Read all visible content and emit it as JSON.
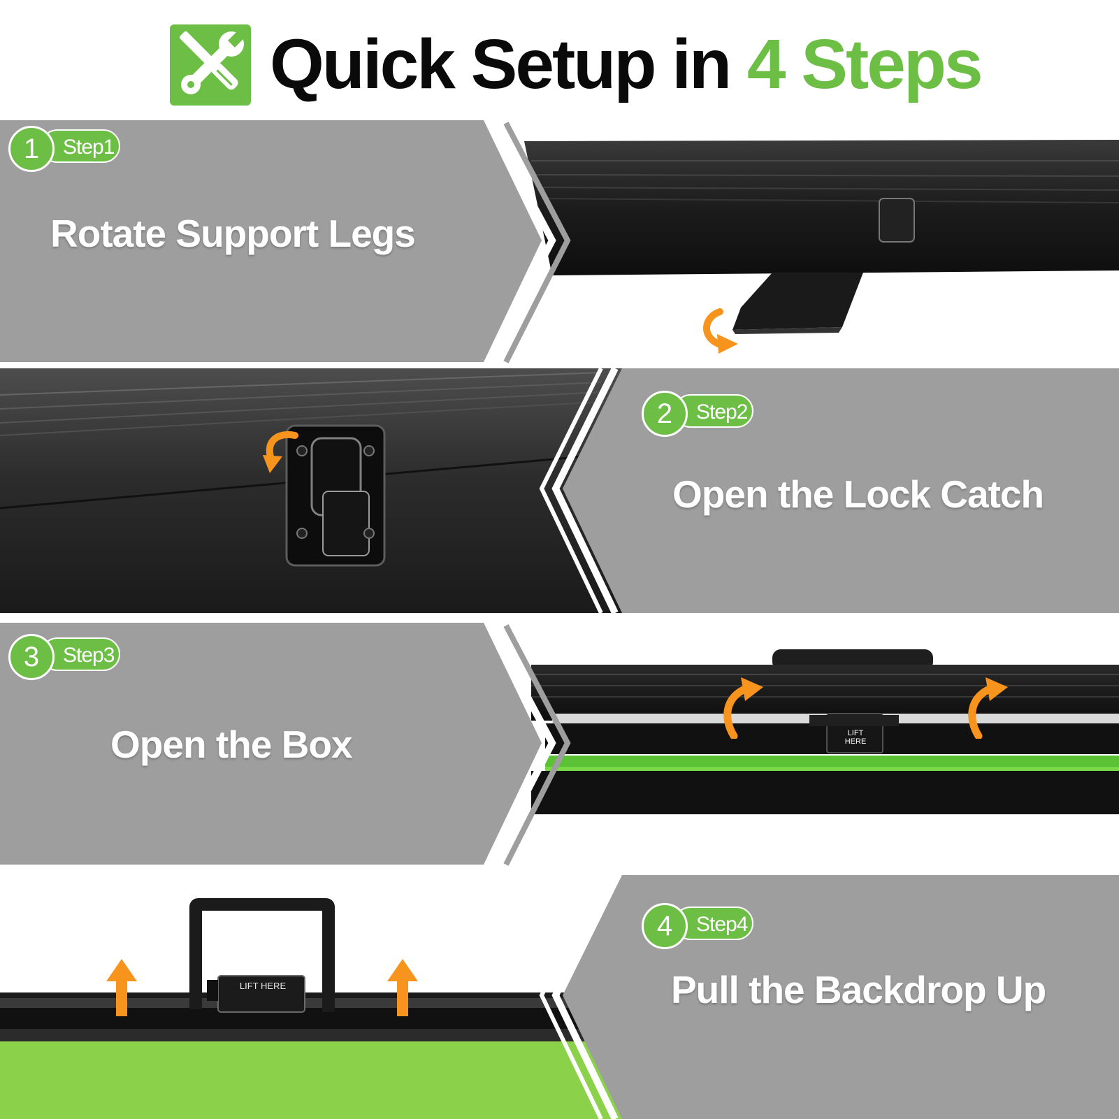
{
  "header": {
    "title_prefix": "Quick Setup in ",
    "title_accent": "4 Steps",
    "icon": "tools-icon",
    "accent_color": "#6cbe45"
  },
  "steps": [
    {
      "number": "1",
      "label": "Step1",
      "title": "Rotate Support Legs",
      "icon": "rotate-arrow-icon"
    },
    {
      "number": "2",
      "label": "Step2",
      "title": "Open the Lock Catch",
      "icon": "rotate-arrow-icon"
    },
    {
      "number": "3",
      "label": "Step3",
      "title": "Open the Box",
      "icon": "lift-arrow-icon"
    },
    {
      "number": "4",
      "label": "Step4",
      "title": "Pull the Backdrop Up",
      "icon": "up-arrow-icon"
    }
  ],
  "photo_labels": {
    "handle_tag_small": "LIFT HERE",
    "handle_tag_large": "LIFT HERE"
  },
  "colors": {
    "panel_gray": "#9e9e9e",
    "green": "#6cbe45",
    "arrow_orange": "#f7941d",
    "screen_green": "#8bd14a"
  }
}
